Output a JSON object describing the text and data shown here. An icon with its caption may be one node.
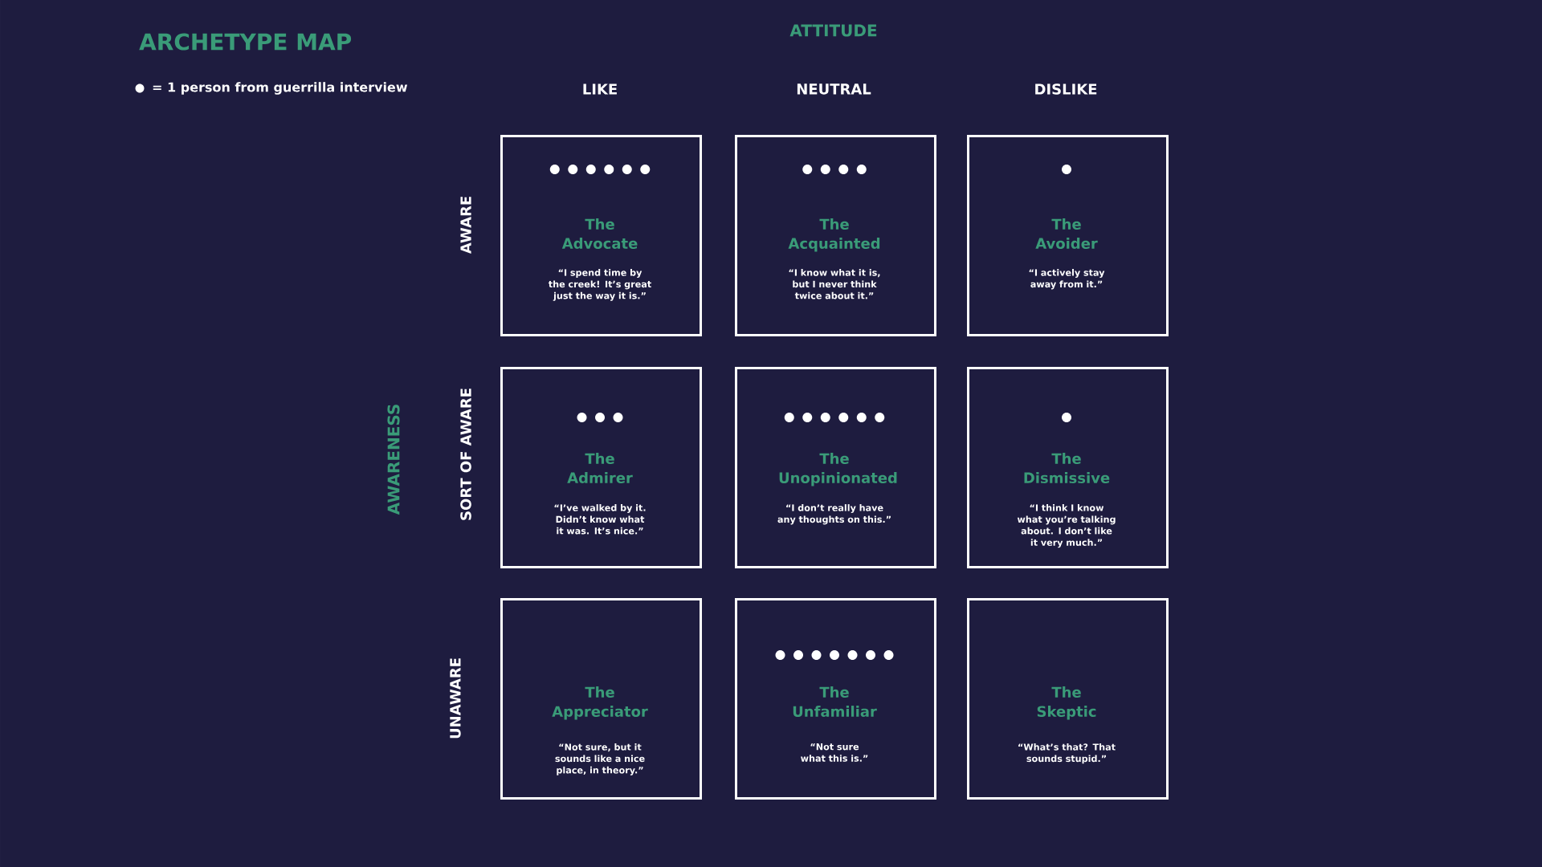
{
  "diagram": {
    "title": "ARCHETYPE MAP",
    "nodes": [
      {
        "text": [
          "The Advocate",
          "“I spend time by the creek! It’s great just the way it is.”"
        ]
      },
      {
        "text": [
          "The Acquainted",
          "“I know what it is, but I never think twice about it.”"
        ]
      },
      {
        "text": [
          "The Avoider",
          "“I actively stay away from it.”"
        ]
      },
      {
        "text": [
          "The Admirer",
          "“I’ve walked by it. Didn’t know what it was. It’s nice.”"
        ]
      },
      {
        "text": [
          "The Unopinionated",
          "“I don’t really have any thoughts on this.”"
        ]
      },
      {
        "text": [
          "The Dismissive",
          "“I think I know what you’re talking about. I don’t like it very much.”"
        ]
      },
      {
        "text": [
          "The Appreciator",
          "“Not sure, but it sounds like a nice place, in theory.”"
        ]
      },
      {
        "text": [
          "The Unfamiliar",
          "“Not sure what this is.”"
        ]
      },
      {
        "text": [
          "The Skeptic",
          "“What’s that? That sounds stupid.”"
        ]
      }
    ],
    "edges": [],
    "labels": [
      "ATTITUDE",
      "LIKE",
      "NEUTRAL",
      "DISLIKE",
      "AWARENESS",
      "AWARE",
      "SORT OF AWARE",
      "UNAWARE"
    ],
    "legend": [
      {
        "text": "= 1 person from guerrilla interview"
      }
    ]
  }
}
